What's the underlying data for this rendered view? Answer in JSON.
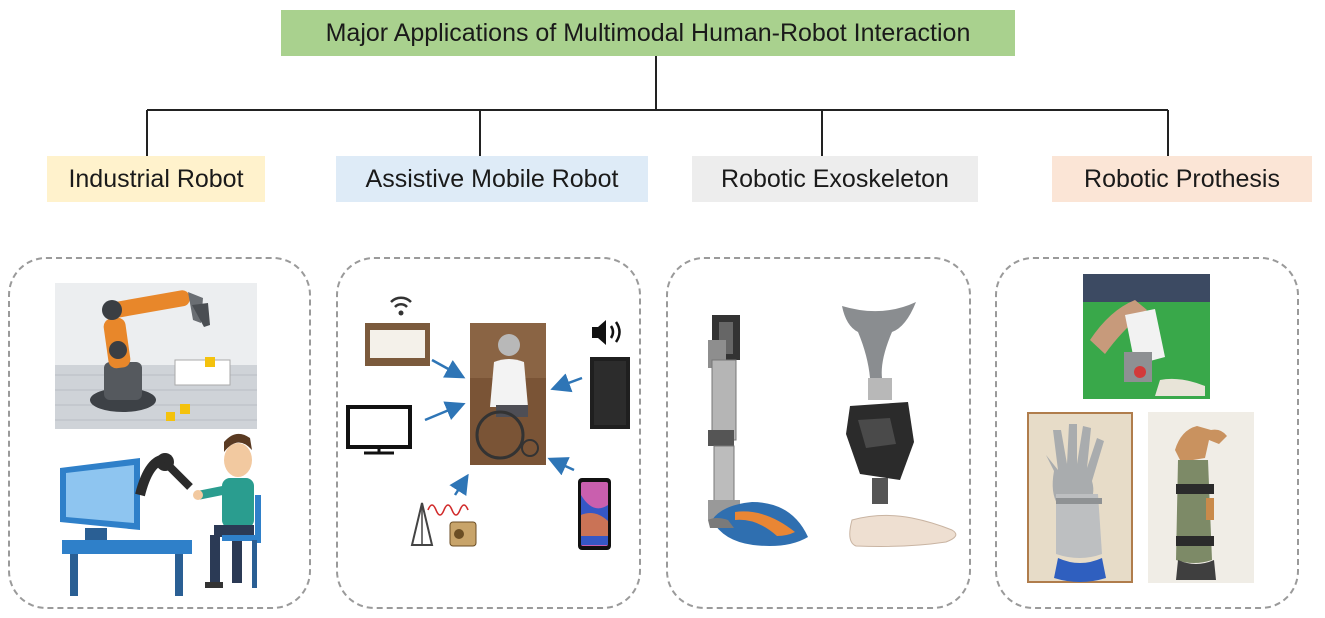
{
  "title": "Major Applications of Multimodal Human-Robot Interaction",
  "categories": [
    {
      "label": "Industrial Robot"
    },
    {
      "label": "Assistive Mobile Robot"
    },
    {
      "label": "Robotic Exoskeleton"
    },
    {
      "label": "Robotic Prothesis"
    }
  ],
  "colors": {
    "root": "#a9d18e",
    "industrial": "#fff2cc",
    "assistive": "#deebf7",
    "exoskeleton": "#ededed",
    "prosthesis": "#fbe5d6",
    "arrow": "#2e75b6"
  }
}
